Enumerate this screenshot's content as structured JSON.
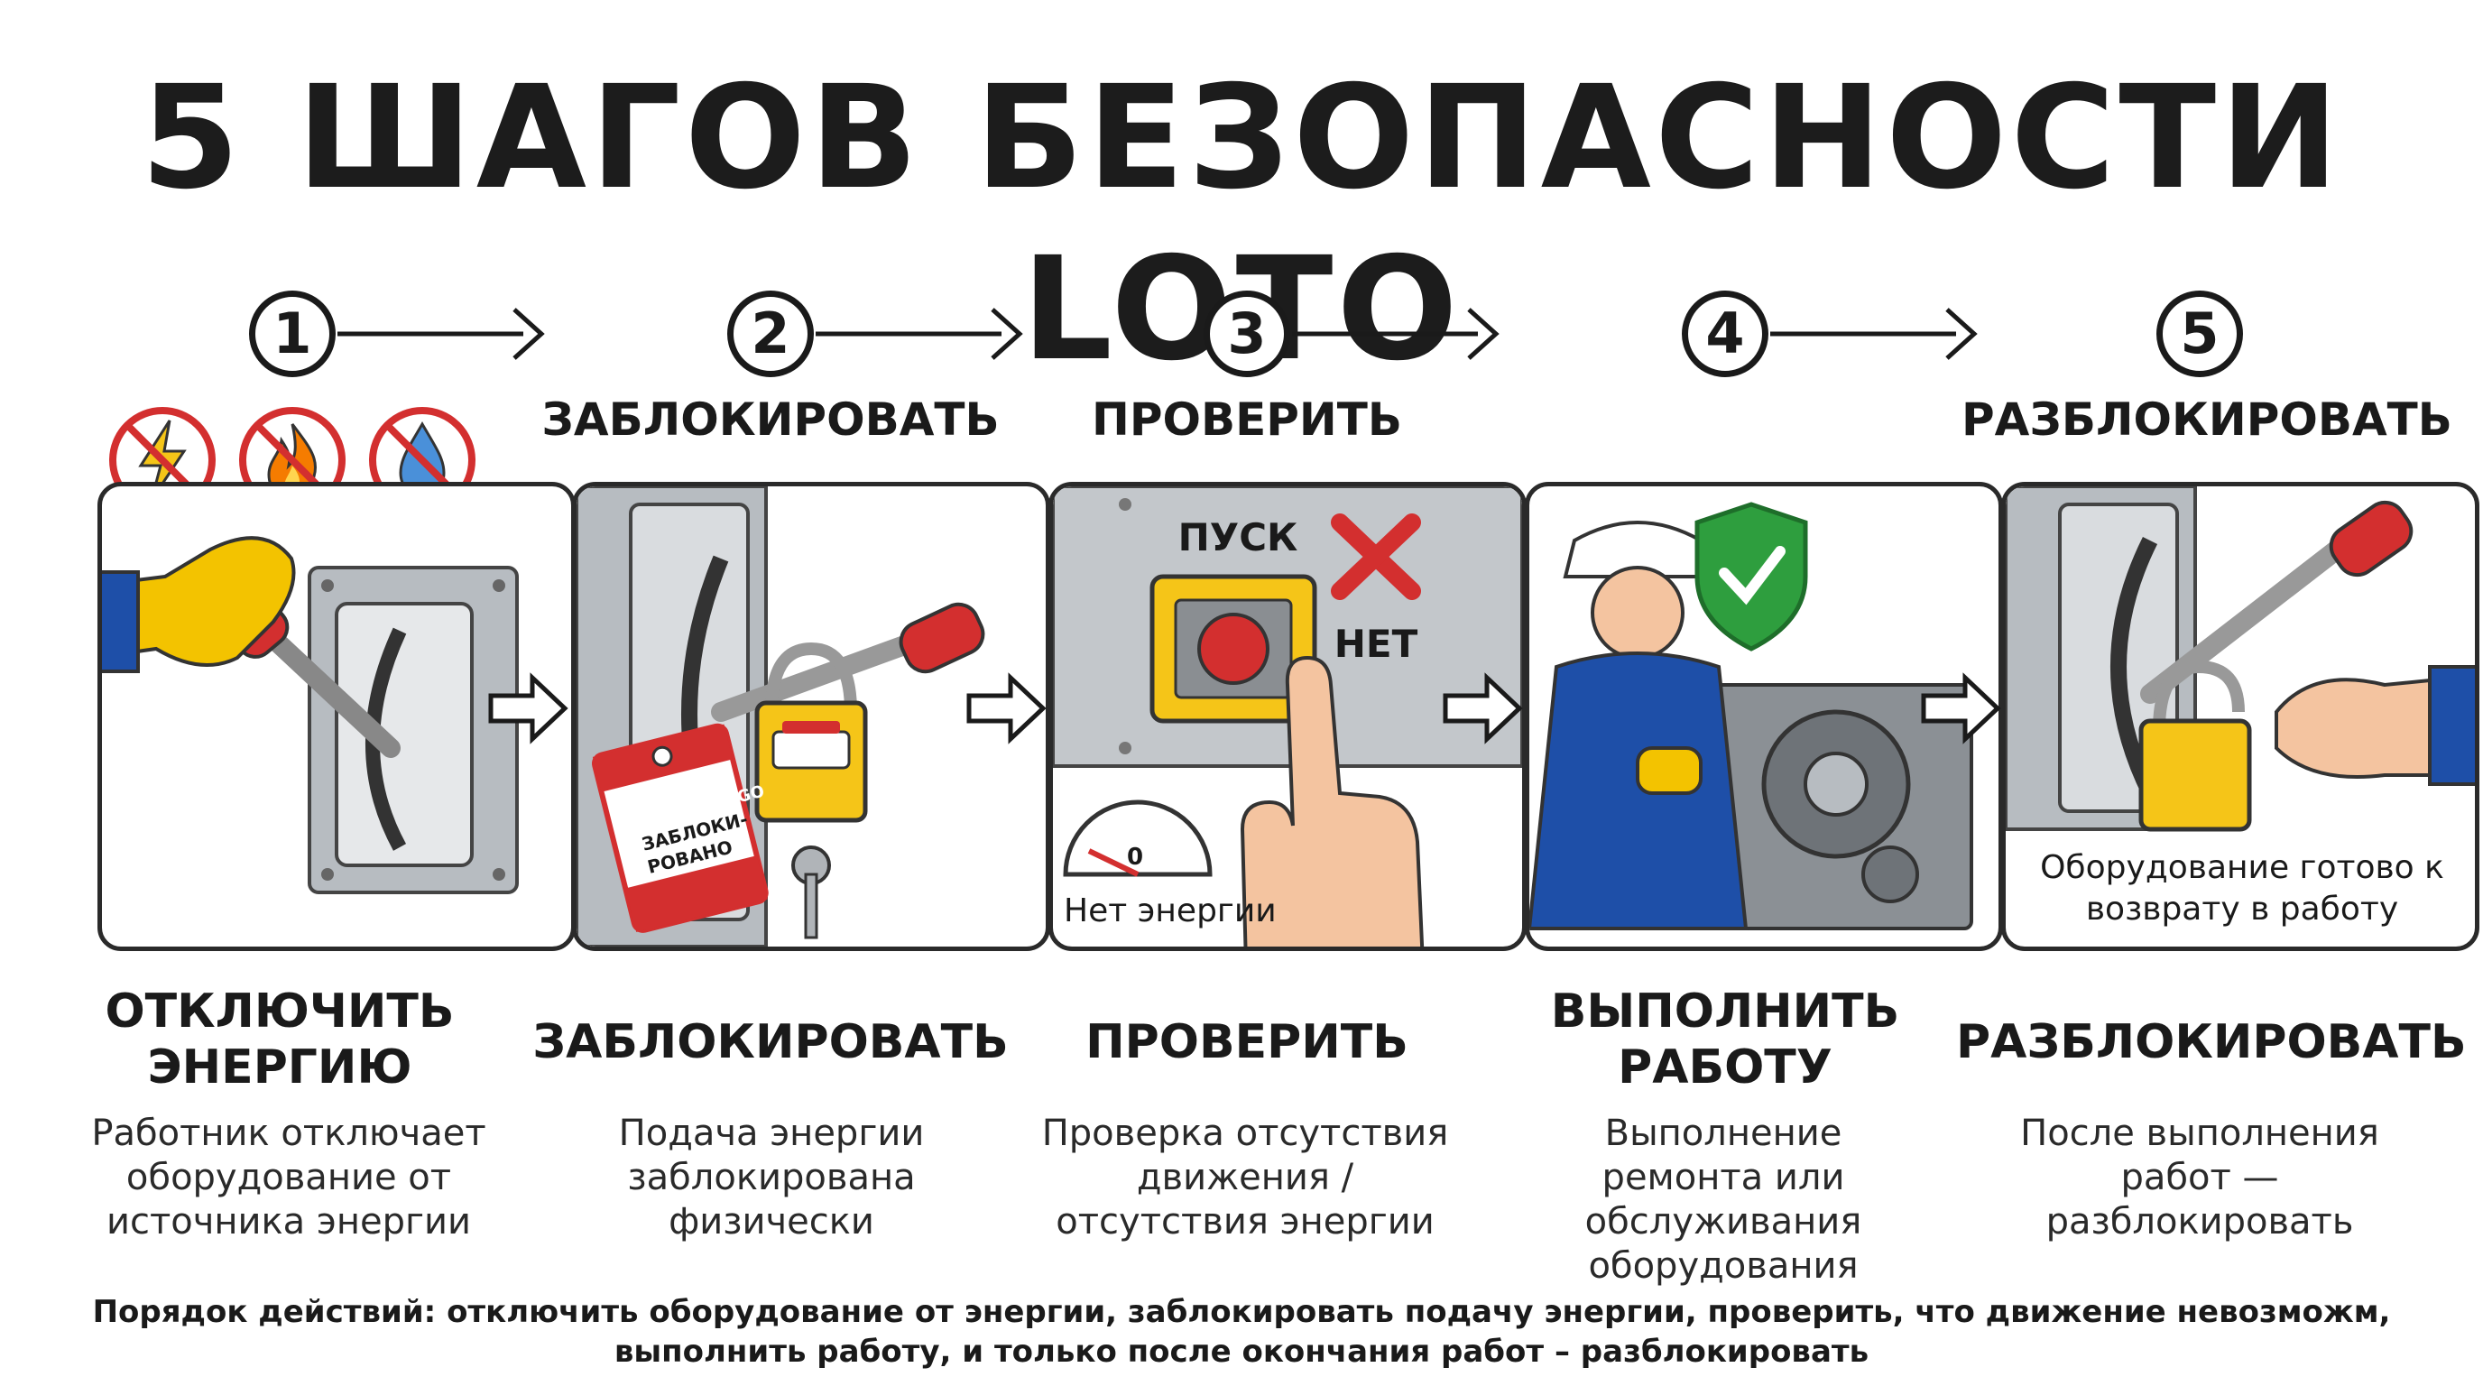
{
  "title": "5 ШАГОВ БЕЗОПАСНОСТИ LOTO",
  "steps": [
    {
      "number": "1",
      "header": "",
      "label": "ОТКЛЮЧИТЬ ЭНЕРГИЮ",
      "description": "Работник отключает оборудование от источника энергии",
      "panel_text": ""
    },
    {
      "number": "2",
      "header": "ЗАБЛОКИРОВАТЬ",
      "label": "ЗАБЛОКИРОВАТЬ",
      "description": "Подача энергии заблокирована физически",
      "tag_brand": "HANDGO",
      "tag_text": "ЗАБЛОКИ- РОВАНО"
    },
    {
      "number": "3",
      "header": "ПРОВЕРИТЬ",
      "label": "ПРОВЕРИТЬ",
      "description": "Проверка отсутствия движения / отсутствия энергии",
      "start_label": "ПУСК",
      "no_label": "НЕТ",
      "gauge_value": "0",
      "gauge_caption": "Нет энергии"
    },
    {
      "number": "4",
      "header": "",
      "label": "ВЫПОЛНИТЬ РАБОТУ",
      "description": "Выполнение ремонта или обслуживания оборудования"
    },
    {
      "number": "5",
      "header": "РАЗБЛОКИРОВАТЬ",
      "label": "РАЗБЛОКИРОВАТЬ",
      "description": "После выполнения работ — разблокировать",
      "panel_text": "Оборудование готово к возврату в работу"
    }
  ],
  "footer": {
    "line1": "Порядок действий: отключить оборудование от энергии, заблокировать подачу энергии, проверить, что движение невозможм,",
    "line2": "выполнить работу, и только после окончания работ – разблокировать"
  },
  "colors": {
    "danger": "#d32f2f",
    "lock_yellow": "#f5c518",
    "glove_yellow": "#f3c300",
    "sleeve_blue": "#1e4fa8",
    "safe_green": "#2e9e3e",
    "metal_gray": "#9ea3a8"
  }
}
